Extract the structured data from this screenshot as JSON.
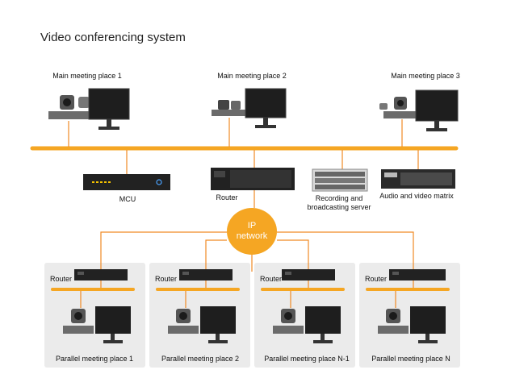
{
  "title": "Video conferencing system",
  "main_places": [
    {
      "label": "Main meeting place 1"
    },
    {
      "label": "Main meeting place 2"
    },
    {
      "label": "Main meeting place 3"
    }
  ],
  "devices": {
    "mcu": "MCU",
    "router": "Router",
    "recording_line1": "Recording and",
    "recording_line2": "broadcasting server",
    "matrix": "Audio and video matrix"
  },
  "network": {
    "line1": "IP",
    "line2": "network"
  },
  "parallel_places": [
    {
      "router_label": "Router",
      "label": "Parallel meeting place 1"
    },
    {
      "router_label": "Router",
      "label": "Parallel meeting place 2"
    },
    {
      "router_label": "Router",
      "label": "Parallel meeting place N-1"
    },
    {
      "router_label": "Router",
      "label": "Parallel meeting place N"
    }
  ],
  "colors": {
    "bus": "#f5a623",
    "link": "#f08a24",
    "panel": "#ebebeb",
    "device": "#222222"
  }
}
